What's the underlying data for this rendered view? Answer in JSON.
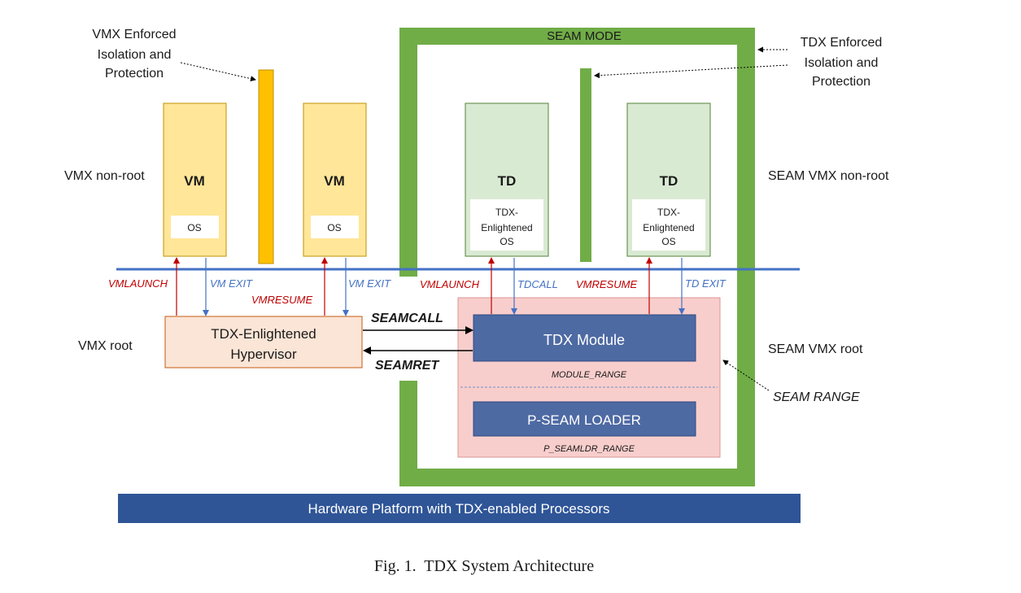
{
  "labels": {
    "vmx_enforced": [
      "VMX Enforced",
      "Isolation and",
      "Protection"
    ],
    "tdx_enforced": [
      "TDX Enforced",
      "Isolation and",
      "Protection"
    ],
    "seam_mode": "SEAM MODE",
    "vmx_nonroot": "VMX non-root",
    "vmx_root": "VMX root",
    "seam_vmx_nonroot": "SEAM VMX non-root",
    "seam_vmx_root": "SEAM VMX root",
    "seam_range": "SEAM RANGE"
  },
  "vms": [
    {
      "title": "VM",
      "os": "OS"
    },
    {
      "title": "VM",
      "os": "OS"
    }
  ],
  "tds": [
    {
      "title": "TD",
      "os": [
        "TDX-",
        "Enlightened",
        "OS"
      ]
    },
    {
      "title": "TD",
      "os": [
        "TDX-",
        "Enlightened",
        "OS"
      ]
    }
  ],
  "hypervisor": [
    "TDX-Enlightened",
    "Hypervisor"
  ],
  "tdx_module": "TDX Module",
  "module_range": "MODULE_RANGE",
  "pseam_loader": "P-SEAM LOADER",
  "pseamldr_range": "P_SEAMLDR_RANGE",
  "transitions": {
    "vmlaunch": "VMLAUNCH",
    "vm_exit": "VM EXIT",
    "vmresume": "VMRESUME",
    "seamcall": "SEAMCALL",
    "seamret": "SEAMRET",
    "tdcall": "TDCALL",
    "td_exit": "TD EXIT"
  },
  "hardware": "Hardware Platform with TDX-enabled Processors",
  "caption": "Fig. 1.  TDX System Architecture",
  "colors": {
    "vm_fill": "#ffe699",
    "vm_border": "#bf9000",
    "isolation_bar": "#ffc000",
    "seam_green": "#70ad47",
    "td_fill": "#d9ead3",
    "td_border": "#548235",
    "hypervisor_fill": "#fbe5d6",
    "hypervisor_border": "#c55a11",
    "seam_range_fill": "#f8cecc",
    "module_fill": "#4e6aa3",
    "hardware_fill": "#2f5597",
    "boundary_line": "#4472c4",
    "enter_arrow": "#c00000",
    "exit_arrow": "#4472c4"
  }
}
